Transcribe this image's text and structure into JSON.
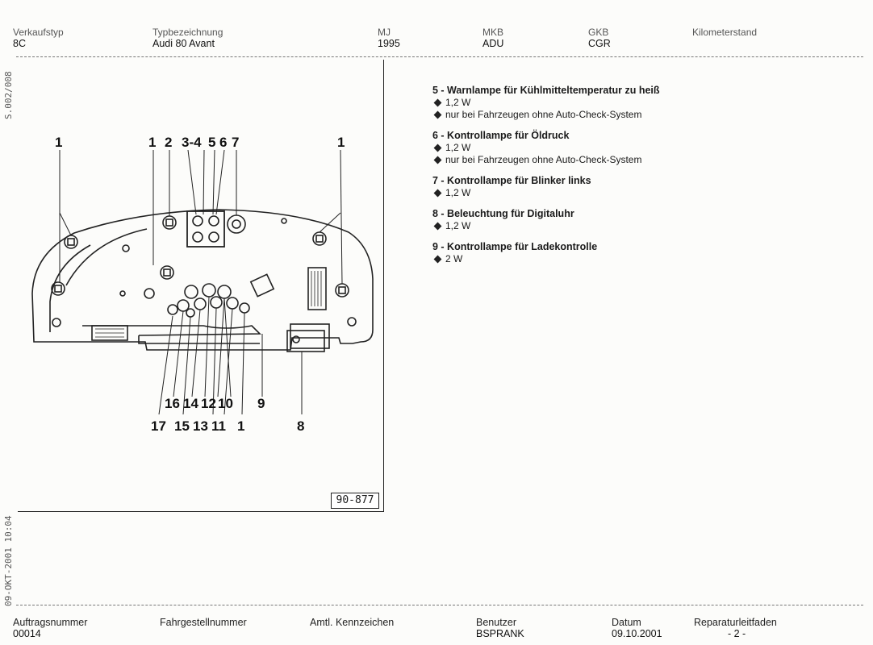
{
  "header": {
    "labels": [
      "Verkaufstyp",
      "Typbezeichnung",
      "MJ",
      "MKB",
      "GKB",
      "Kilometerstand"
    ],
    "values": [
      "8C",
      "Audi 80 Avant",
      "1995",
      "ADU",
      "CGR"
    ]
  },
  "side_stamps": {
    "top": "S.002/008",
    "bottom": "09-OKT-2001  10:04"
  },
  "figure": {
    "id": "90-877",
    "callouts_top": [
      "1",
      "1",
      "2",
      "3-4",
      "5",
      "6",
      "7",
      "1"
    ],
    "callouts_bottom_row1": [
      "16",
      "14",
      "12",
      "10",
      "9"
    ],
    "callouts_bottom_row2": [
      "17",
      "15",
      "13",
      "11",
      "1",
      "8"
    ]
  },
  "legend": [
    {
      "title": "5 - Warnlampe für Kühlmitteltemperatur zu heiß",
      "subs": [
        "1,2 W",
        "nur bei Fahrzeugen ohne Auto-Check-System"
      ]
    },
    {
      "title": "6 - Kontrollampe für Öldruck",
      "subs": [
        "1,2 W",
        "nur bei Fahrzeugen ohne Auto-Check-System"
      ]
    },
    {
      "title": "7 - Kontrollampe für Blinker links",
      "subs": [
        "1,2 W"
      ]
    },
    {
      "title": "8 - Beleuchtung für Digitaluhr",
      "subs": [
        "1,2 W"
      ]
    },
    {
      "title": "9 - Kontrollampe für Ladekontrolle",
      "subs": [
        "2 W"
      ]
    }
  ],
  "footer": {
    "labels": [
      "Auftragsnummer",
      "Fahrgestellnummer",
      "Amtl. Kennzeichen",
      "Benutzer",
      "Datum",
      "Reparaturleitfaden"
    ],
    "values": [
      "00014",
      "BSPRANK",
      "09.10.2001",
      "- 2 -"
    ]
  }
}
